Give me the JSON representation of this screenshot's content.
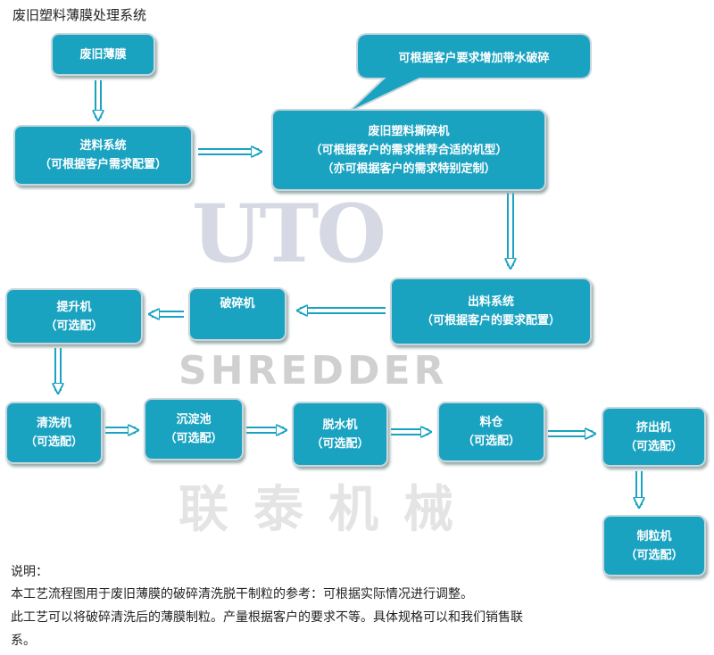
{
  "title": "废旧塑料薄膜处理系统",
  "watermark": {
    "logo": "UTO",
    "sub": "SHREDDER",
    "cn": "联泰机械"
  },
  "bubble": "可根据客户要求增加带水破碎",
  "nodes": {
    "film": {
      "l1": "废旧薄膜"
    },
    "feed": {
      "l1": "进料系统",
      "l2": "（可根据客户需求配置）"
    },
    "shredder": {
      "l1": "废旧塑料撕碎机",
      "l2": "（可根据客户的需求推荐合适的机型）",
      "l3": "（亦可根据客户的需求特别定制）"
    },
    "discharge": {
      "l1": "出料系统",
      "l2": "（可根据客户的要求配置）"
    },
    "crusher": {
      "l1": "破碎机"
    },
    "lifter": {
      "l1": "提升机",
      "l2": "（可选配）"
    },
    "washer": {
      "l1": "清洗机",
      "l2": "（可选配）"
    },
    "tank": {
      "l1": "沉淀池",
      "l2": "（可选配）"
    },
    "dewater": {
      "l1": "脱水机",
      "l2": "（可选配）"
    },
    "silo": {
      "l1": "料仓",
      "l2": "（可选配）"
    },
    "extruder": {
      "l1": "挤出机",
      "l2": "（可选配）"
    },
    "pelletizer": {
      "l1": "制粒机",
      "l2": "（可选配）"
    }
  },
  "notes": {
    "heading": "说明：",
    "line1": "本工艺流程图用于废旧薄膜的破碎清洗脱干制粒的参考：可根据实际情况进行调整。",
    "line2": "此工艺可以将破碎清洗后的薄膜制粒。产量根据客户的要求不等。具体规格可以和我们销售联",
    "line3": "系。"
  }
}
